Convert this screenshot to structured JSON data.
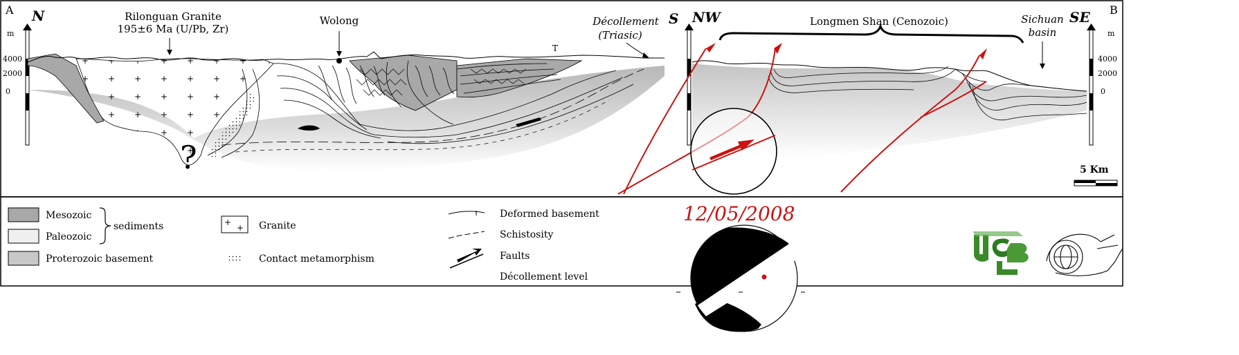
{
  "section_a": {
    "corner_label": "A",
    "end_label": "N",
    "axis_unit": "m",
    "axis_ticks": [
      "4000",
      "2000",
      "0"
    ],
    "granite_name": "Rilonguan Granite",
    "granite_age": "195±6 Ma (U/Pb, Zr)",
    "wolong": "Wolong",
    "decollement": "Décollement",
    "decollement_age": "(Triasic)",
    "end_label_right": "S",
    "question_mark": "?",
    "t_mark": "T"
  },
  "section_b": {
    "corner_label": "B",
    "left_label": "NW",
    "right_label": "SE",
    "range_name": "Longmen Shan (Cenozoic)",
    "basin_line1": "Sichuan",
    "basin_line2": "basin",
    "axis_unit": "m",
    "axis_ticks": [
      "4000",
      "2000",
      "0"
    ],
    "scale_label": "5 Km"
  },
  "legend": {
    "mesozoic": "Mesozoic",
    "paleozoic": "Paleozoic",
    "sediments": "sediments",
    "proterozoic": "Proterozoic basement",
    "granite": "Granite",
    "contact": "Contact metamorphism",
    "deformed_basement": "Deformed basement",
    "schistosity": "Schistosity",
    "faults": "Faults",
    "decollement_level": "Décollement level"
  },
  "event_date": "12/05/2008",
  "colors": {
    "mesozoic": "#a8a8a8",
    "paleozoic": "#f0f0f0",
    "proterozoic": "#c8c8c8",
    "fault_red": "#cc1111",
    "logo_green": "#3a8a2a"
  },
  "icons": [
    "ucl-logo",
    "globe-logo",
    "beachball-icon",
    "scale-bar-icon",
    "north-arrow-icon"
  ]
}
